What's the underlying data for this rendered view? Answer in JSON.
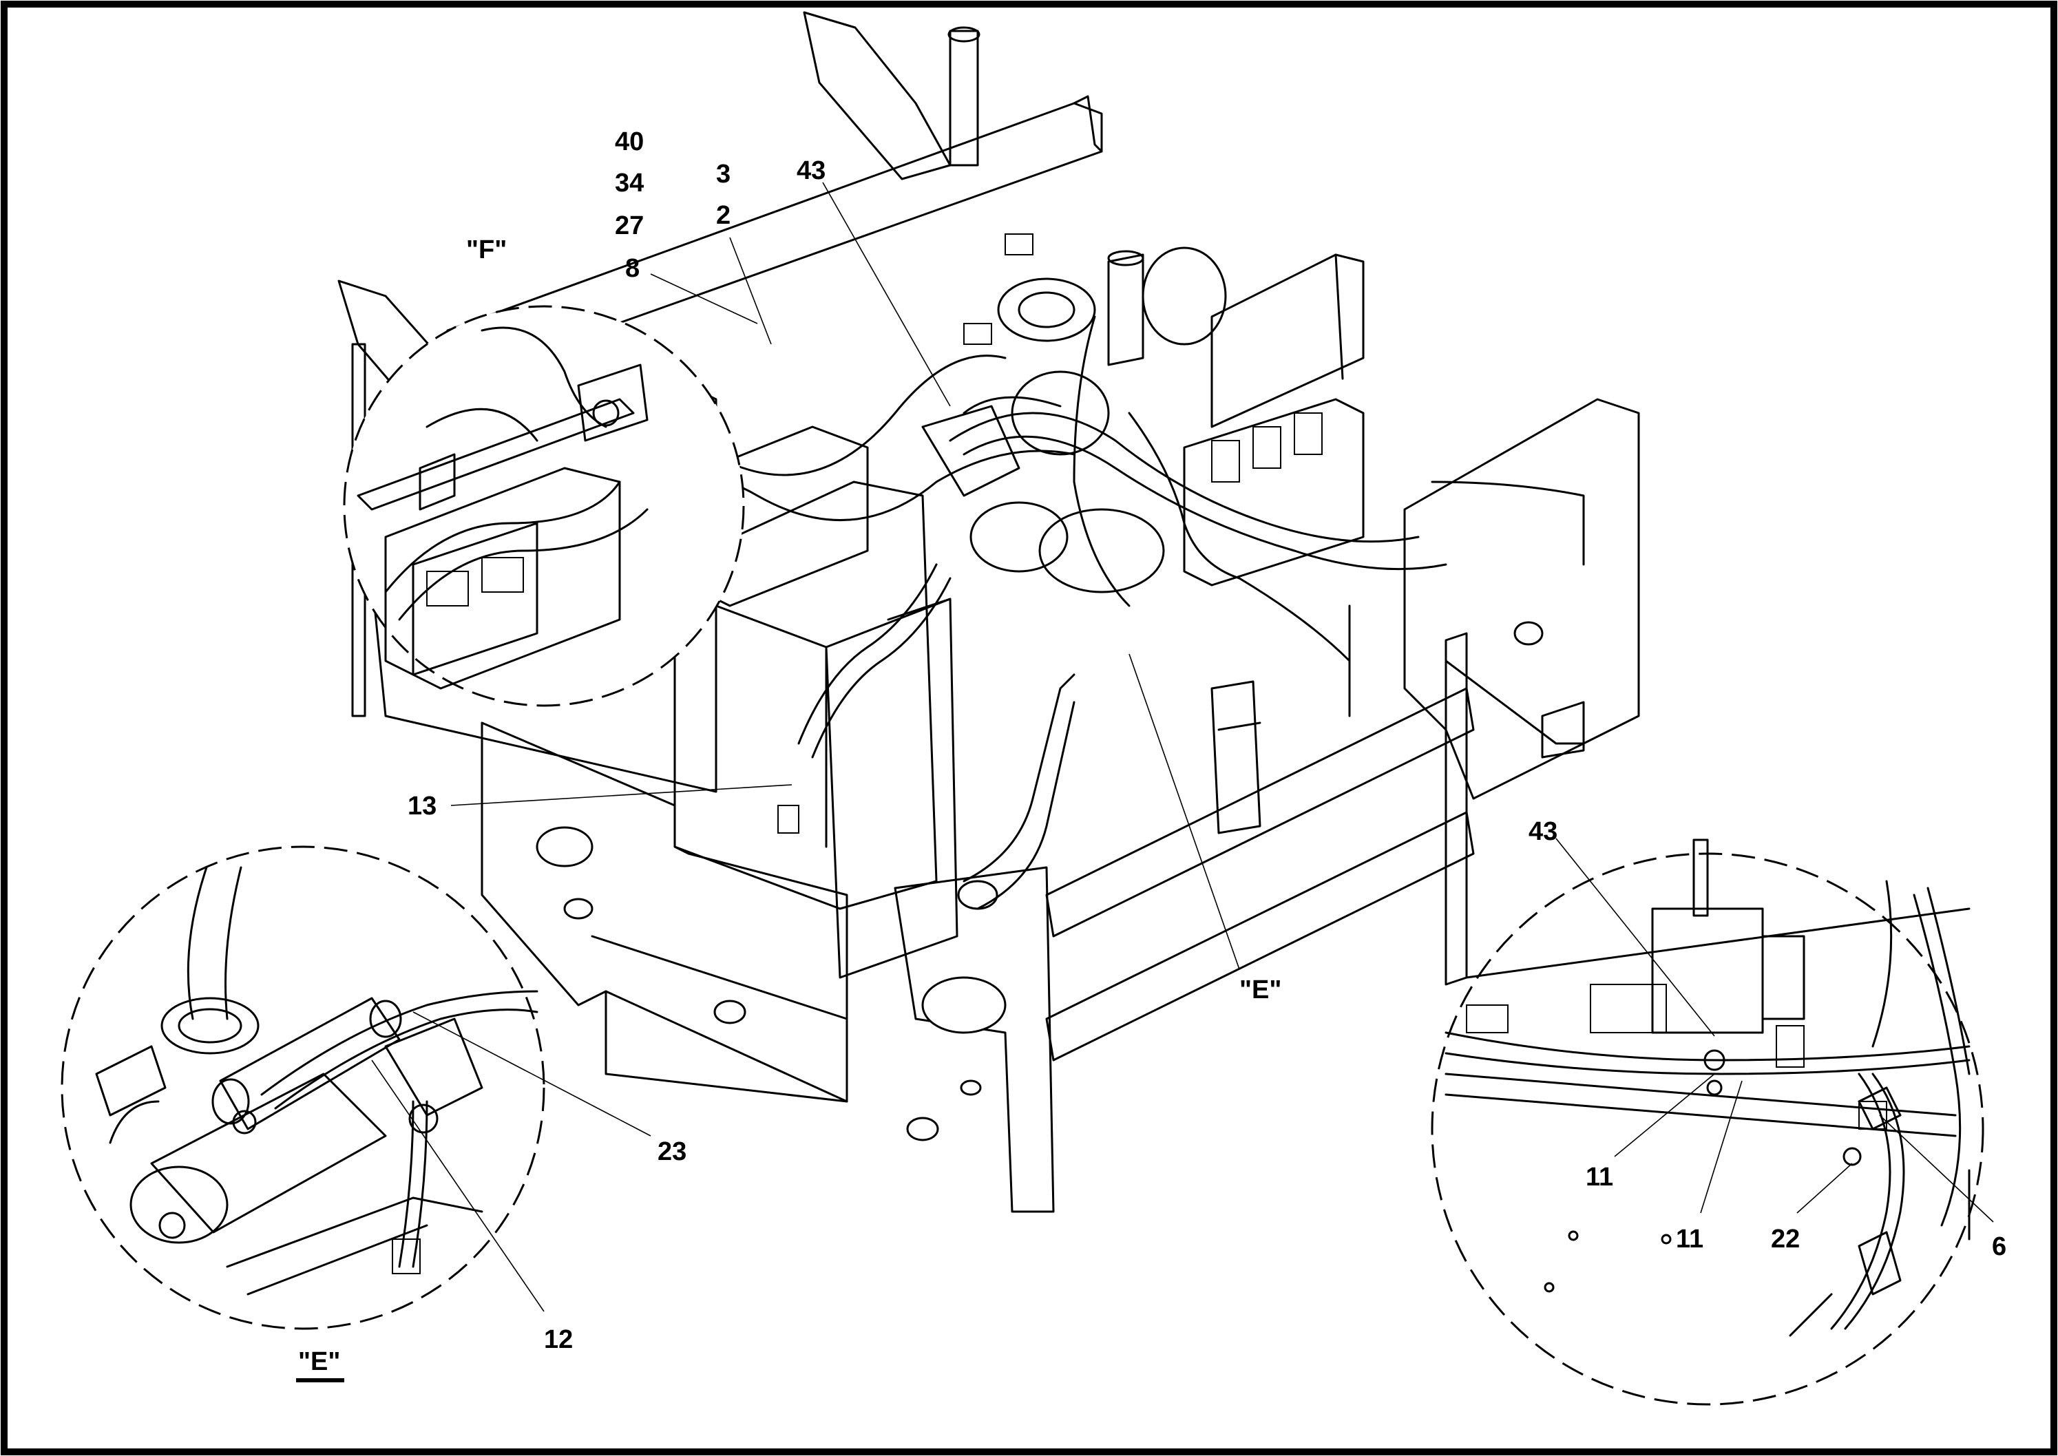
{
  "callouts": {
    "n40": "40",
    "n34": "34",
    "n27": "27",
    "n8": "8",
    "n3": "3",
    "n2": "2",
    "n43_top": "43",
    "view_f": "\"F\"",
    "n13": "13",
    "view_e_main": "\"E\"",
    "n23": "23",
    "n12": "12",
    "view_e_detail": "\"E\"",
    "n43_detail": "43",
    "n11_a": "11",
    "n11_b": "11",
    "n22": "22",
    "n6": "6"
  },
  "colors": {
    "ink": "#000000",
    "paper": "#ffffff"
  }
}
